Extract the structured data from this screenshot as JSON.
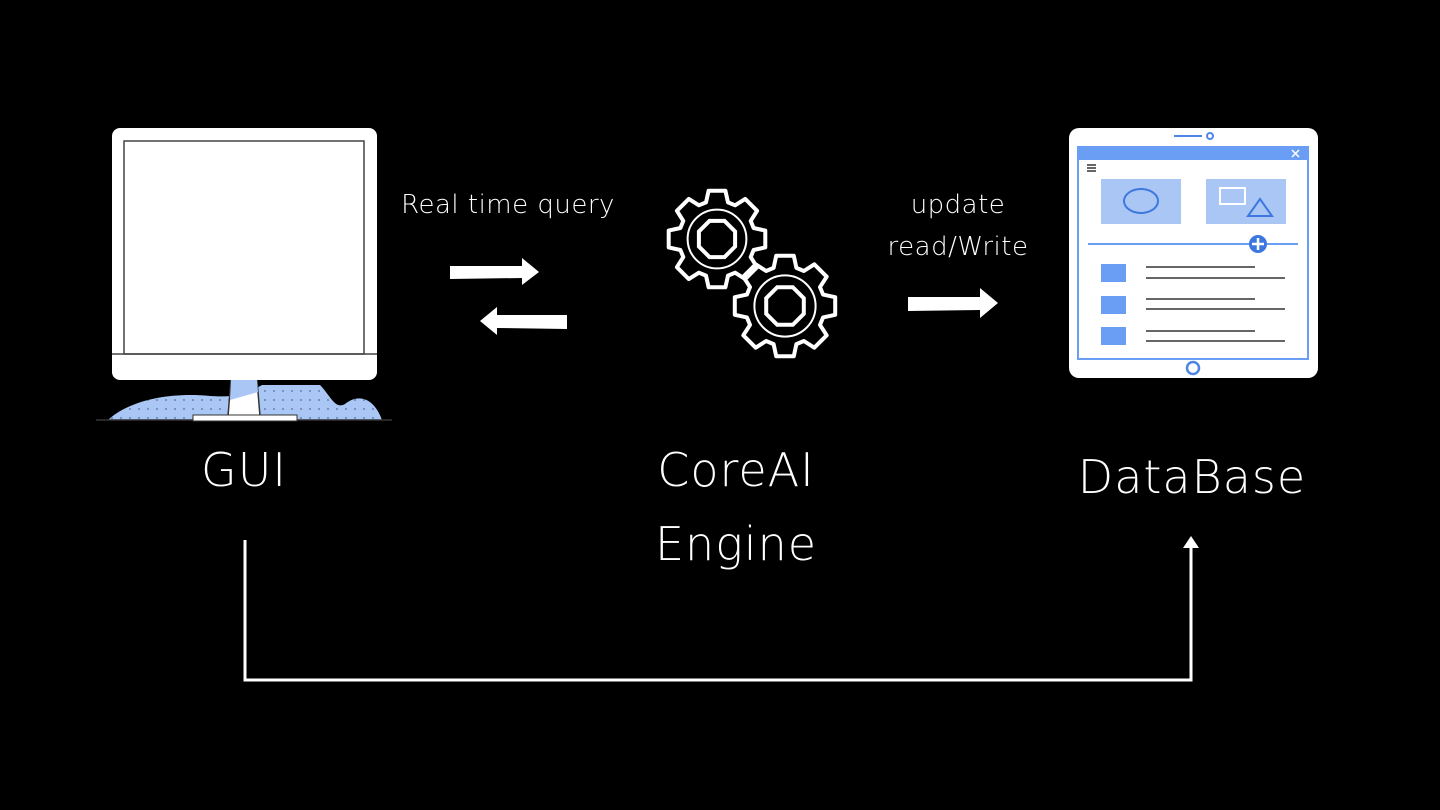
{
  "nodes": {
    "gui": {
      "label": "GUI"
    },
    "engine": {
      "label_line1": "CoreAI",
      "label_line2": "Engine"
    },
    "database": {
      "label": "DataBase"
    }
  },
  "edges": {
    "gui_engine": {
      "label": "Real time query"
    },
    "engine_db": {
      "label_line1": "update",
      "label_line2": "read/Write"
    }
  },
  "colors": {
    "background": "#000000",
    "foreground": "#ffffff",
    "accent_blue": "#6a9ef5",
    "light_blue": "#a9c6f5"
  }
}
